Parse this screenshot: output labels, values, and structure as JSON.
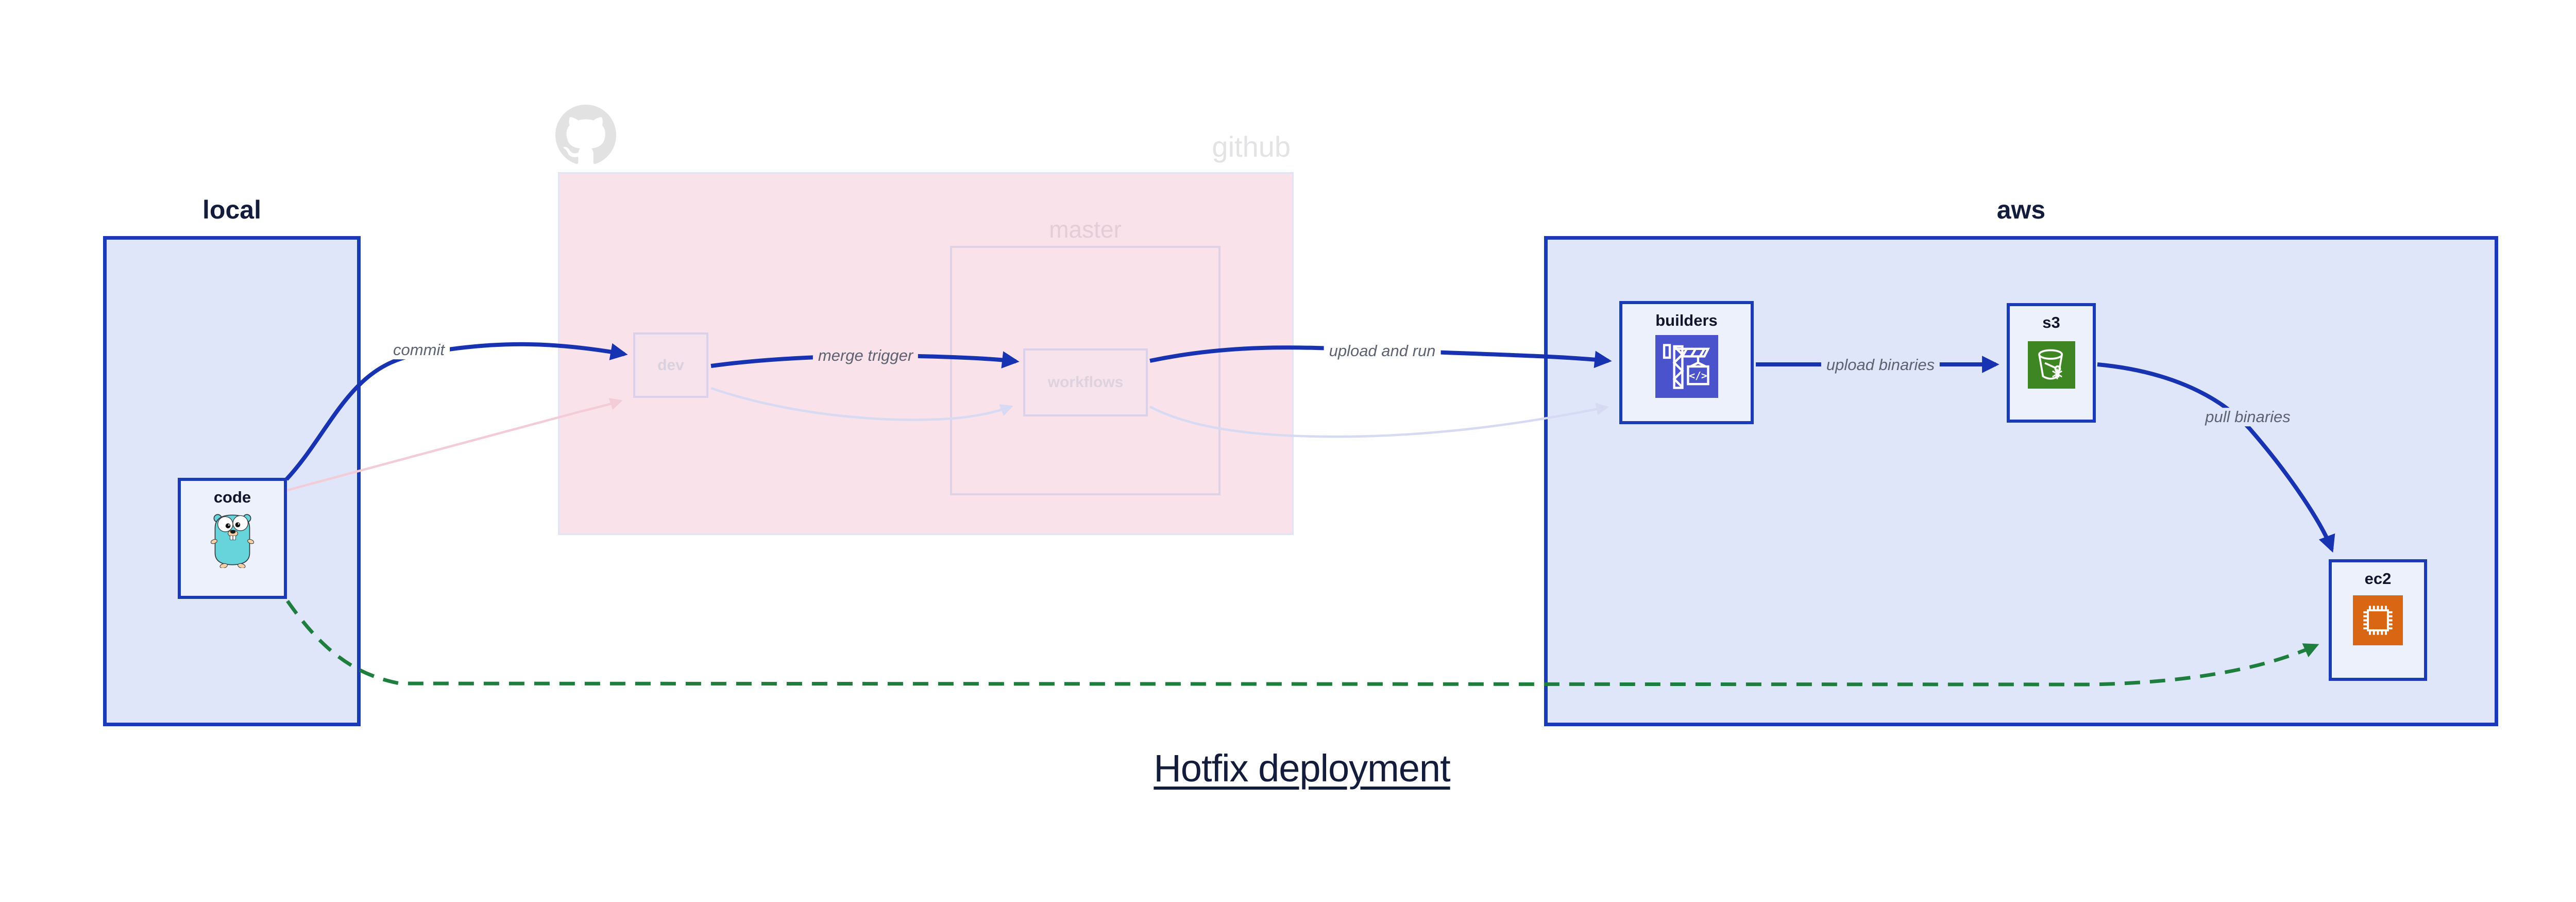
{
  "title": "Hotfix deployment",
  "regions": {
    "local": {
      "label": "local"
    },
    "github": {
      "label": "github",
      "master": {
        "label": "master"
      }
    },
    "aws": {
      "label": "aws"
    }
  },
  "nodes": {
    "code": {
      "label": "code",
      "icon": "go-gopher-icon"
    },
    "dev": {
      "label": "dev"
    },
    "workflows": {
      "label": "workflows"
    },
    "builders": {
      "label": "builders",
      "icon": "codebuild-crane-icon",
      "icon_glyph": "</>"
    },
    "s3": {
      "label": "s3",
      "icon": "s3-bucket-icon"
    },
    "ec2": {
      "label": "ec2",
      "icon": "ec2-chip-icon"
    }
  },
  "edges": {
    "commit": {
      "from": "code",
      "to": "dev",
      "label": "commit",
      "style": "solid-blue"
    },
    "merge_trigger": {
      "from": "dev",
      "to": "workflows",
      "label": "merge trigger",
      "style": "solid-blue"
    },
    "upload_and_run": {
      "from": "workflows",
      "to": "builders",
      "label": "upload and run",
      "style": "solid-blue"
    },
    "upload_binaries": {
      "from": "builders",
      "to": "s3",
      "label": "upload binaries",
      "style": "solid-blue"
    },
    "pull_binaries": {
      "from": "s3",
      "to": "ec2",
      "label": "pull binaries",
      "style": "solid-blue"
    },
    "hotfix_direct": {
      "from": "code",
      "to": "ec2",
      "label": "",
      "style": "dashed-green"
    },
    "code_to_dev_faded": {
      "from": "code",
      "to": "dev",
      "label": "",
      "style": "faded-pink"
    },
    "dev_to_workflows_faded": {
      "from": "dev",
      "to": "workflows",
      "label": "",
      "style": "faded-lavender"
    },
    "workflows_to_builders_faded": {
      "from": "workflows",
      "to": "builders",
      "label": "",
      "style": "faded-lavender"
    }
  },
  "colors": {
    "arrow_blue": "#1733b2",
    "border_blue": "#1b3ab8",
    "region_fill_blue": "#dfe6f9",
    "node_fill": "#edf1fc",
    "github_pink": "#f9e2e9",
    "pale_node_border": "#d9d2ea",
    "faded_pink_arrow": "#f3ccd8",
    "faded_lavender_arrow": "#d6daf3",
    "green_dashed": "#1e7e3d",
    "edge_label_gray": "#5c6270",
    "faded_text_gray": "#e3e3e5",
    "navy_text": "#131c3a",
    "codebuild_indigo": "#4a52cc",
    "s3_green": "#3e8624",
    "ec2_orange": "#d86613",
    "gopher_teal": "#67d3db"
  }
}
